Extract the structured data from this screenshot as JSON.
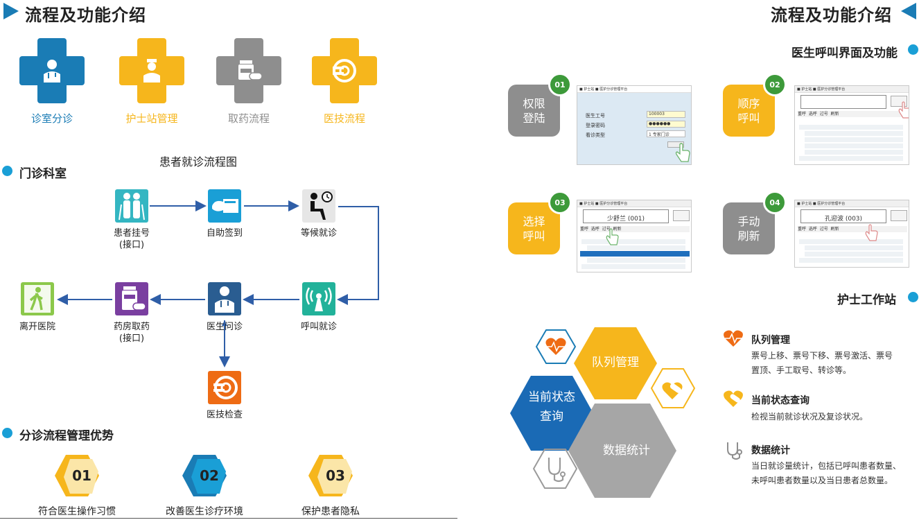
{
  "left": {
    "title": "流程及功能介绍",
    "modules": [
      {
        "label": "诊室分诊",
        "color": "#1a7cb5",
        "icon": "doctor-icon"
      },
      {
        "label": "护士站管理",
        "color": "#f6b61c",
        "icon": "nurse-icon"
      },
      {
        "label": "取药流程",
        "color": "#8e8e8e",
        "icon": "medicine-icon"
      },
      {
        "label": "医技流程",
        "color": "#f6b61c",
        "icon": "scan-icon"
      }
    ],
    "flow_title": "患者就诊流程图",
    "section1": "门诊科室",
    "flow_nodes": {
      "register": "患者挂号\n(接口)",
      "checkin": "自助签到",
      "wait": "等候就诊",
      "call": "呼叫就诊",
      "doctor": "医生问诊",
      "pharmacy": "药房取药\n(接口)",
      "leave": "离开医院",
      "exam": "医技检查"
    },
    "section2": "分诊流程管理优势",
    "advantages": [
      {
        "num": "01",
        "label": "符合医生操作习惯",
        "color": "#f6b61c"
      },
      {
        "num": "02",
        "label": "改善医生诊疗环境",
        "color": "#1a9fd6"
      },
      {
        "num": "03",
        "label": "保护患者隐私",
        "color": "#f6b61c"
      }
    ]
  },
  "right": {
    "title": "流程及功能介绍",
    "section1": "医生呼叫界面及功能",
    "steps": [
      {
        "num": "01",
        "label": "权限\n登陆",
        "color": "#8e8e8e"
      },
      {
        "num": "02",
        "label": "顺序\n呼叫",
        "color": "#f6b61c"
      },
      {
        "num": "03",
        "label": "选择\n呼叫",
        "color": "#f6b61c"
      },
      {
        "num": "04",
        "label": "手动\n刷新",
        "color": "#8e8e8e"
      }
    ],
    "login_shot": {
      "field1": "医生工号",
      "value1": "100003",
      "field2": "登录密码",
      "value2": "●●●●●●",
      "field3": "看诊类型",
      "value3": "1 专家门诊"
    },
    "call_shot1": {
      "patient": "少舒兰 (001)"
    },
    "call_shot2": {
      "patient": "孔迎波 (003)"
    },
    "shot_tabs": [
      "重呼",
      "选呼",
      "过号",
      "刷新"
    ],
    "section2": "护士工作站",
    "hexes": {
      "queue": "队列管理",
      "status": "当前状态\n查询",
      "stats": "数据统计"
    },
    "features": [
      {
        "title": "队列管理",
        "desc": "票号上移、票号下移、票号激活、票号\n置顶、手工取号、转诊等。",
        "icon": "heart-pulse-icon"
      },
      {
        "title": "当前状态查询",
        "desc": "检视当前就诊状况及复诊状况。",
        "icon": "heart-pill-icon"
      },
      {
        "title": "数据统计",
        "desc": "当日就诊量统计，包括已呼叫患者数量、\n未呼叫患者数量以及当日患者总数量。",
        "icon": "stethoscope-icon"
      }
    ]
  }
}
